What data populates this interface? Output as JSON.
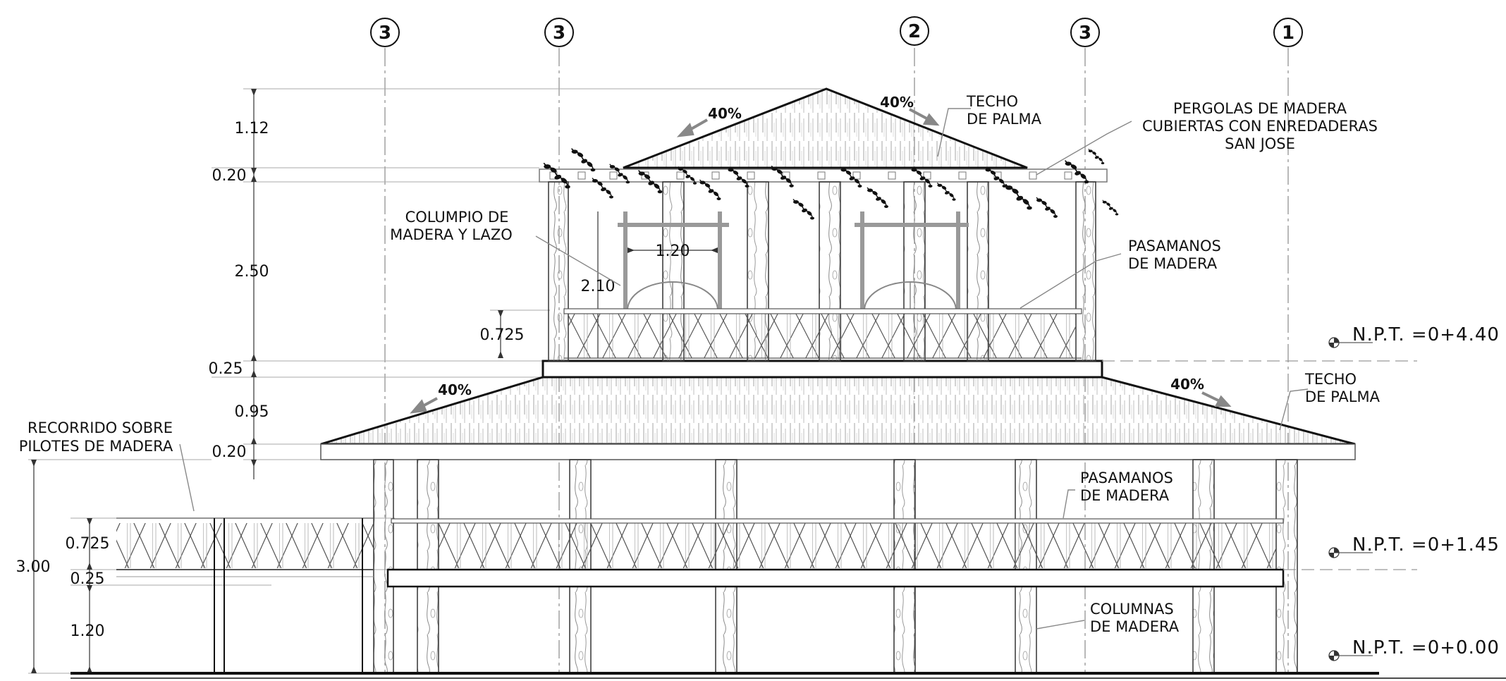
{
  "grid_markers": [
    "3",
    "3",
    "2",
    "3",
    "1"
  ],
  "dimensions_upper": [
    "1.12",
    "0.20",
    "2.50",
    "0.725",
    "0.25",
    "0.95",
    "0.20"
  ],
  "dimensions_lower": [
    "3.00",
    "0.725",
    "0.25",
    "1.20"
  ],
  "pergola_dims": {
    "width": "1.20",
    "height": "2.10"
  },
  "slopes": {
    "upper_left": "40%",
    "upper_right": "40%",
    "lower_left": "40%",
    "lower_right": "40%"
  },
  "labels": {
    "techo_upper": [
      "TECHO",
      "DE PALMA"
    ],
    "pergolas": [
      "PERGOLAS DE MADERA",
      "CUBIERTAS CON ENREDADERAS",
      "SAN JOSE"
    ],
    "columpio": [
      "COLUMPIO DE",
      "MADERA Y LAZO"
    ],
    "pasamanos_upper": [
      "PASAMANOS",
      "DE MADERA"
    ],
    "techo_lower": [
      "TECHO",
      "DE PALMA"
    ],
    "recorrido": [
      "RECORRIDO SOBRE",
      "PILOTES DE MADERA"
    ],
    "pasamanos_lower": [
      "PASAMANOS",
      "DE MADERA"
    ],
    "columnas": [
      "COLUMNAS",
      "DE MADERA"
    ]
  },
  "levels": {
    "upper": "N.P.T. =0+4.40",
    "middle": "N.P.T. =0+1.45",
    "ground": "N.P.T. =0+0.00"
  },
  "colors": {
    "line": "#111111",
    "gray": "#8a8a8a",
    "light": "#bdbdbd"
  }
}
